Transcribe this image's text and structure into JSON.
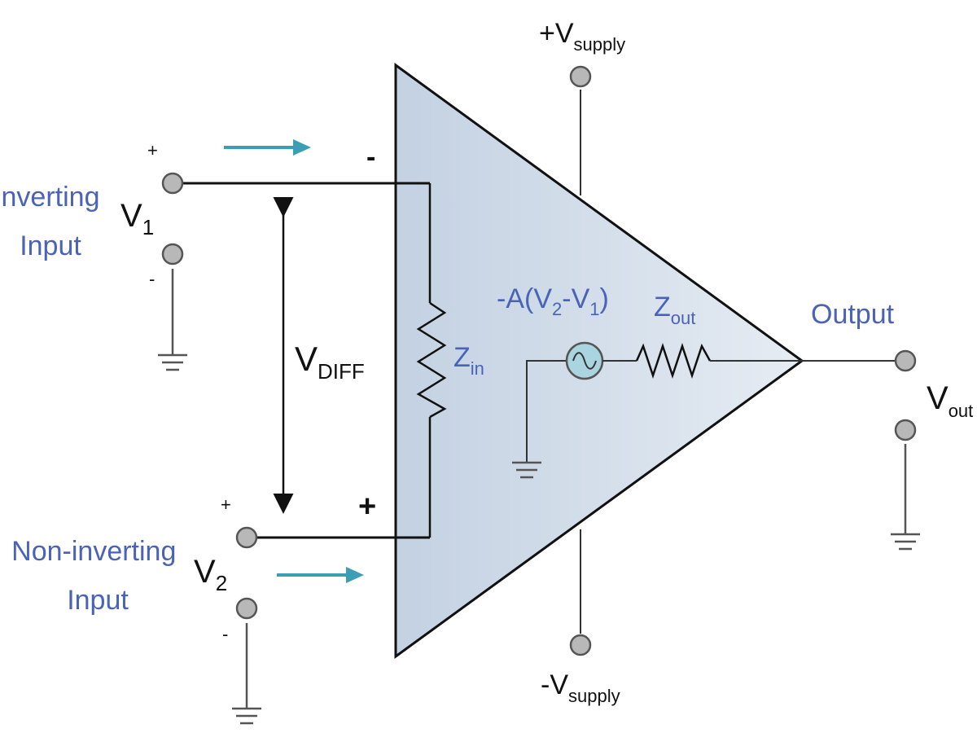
{
  "labels": {
    "inverting_input_line1": "Inverting",
    "inverting_input_line2": "Input",
    "non_inverting_input_line1": "Non-inverting",
    "non_inverting_input_line2": "Input",
    "output": "Output",
    "v1_main": "V",
    "v1_sub": "1",
    "v2_main": "V",
    "v2_sub": "2",
    "vdiff_main": "V",
    "vdiff_sub": "DIFF",
    "zin_main": "Z",
    "zin_sub": "in",
    "zout_main": "Z",
    "zout_sub": "out",
    "vout_main": "V",
    "vout_sub": "out",
    "vsupply_pos_prefix": "+V",
    "vsupply_pos_sub": "supply",
    "vsupply_neg_prefix": "-V",
    "vsupply_neg_sub": "supply",
    "gain_prefix": "-A(V",
    "gain_sub2": "2",
    "gain_mid": "-V",
    "gain_sub1": "1",
    "gain_suffix": ")",
    "inverting_sign": "-",
    "non_inverting_sign": "+",
    "v1_plus": "+",
    "v1_minus": "-",
    "v2_plus": "+",
    "v2_minus": "-"
  },
  "colors": {
    "label_blue": "#4a63b8",
    "arrow_teal": "#3a9fb5",
    "triangle_fill": "#c9d6e4",
    "source_fill": "#a9d4e0"
  },
  "icons": [
    "ac-source-icon",
    "resistor-icon",
    "ground-icon",
    "terminal-icon",
    "arrow-icon"
  ]
}
